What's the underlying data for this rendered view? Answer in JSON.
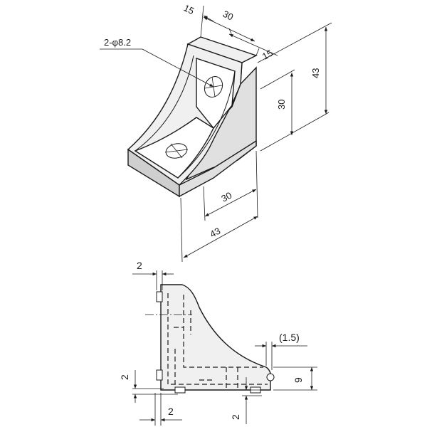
{
  "top_view": {
    "hole_label": "2-φ8.2",
    "dim_top_left": "15",
    "dim_top_mid": "30",
    "dim_top_right": "15",
    "dim_height_total": "43",
    "dim_height_inner": "30",
    "dim_width_inner": "30",
    "dim_width_total": "43"
  },
  "side_view": {
    "dim_top_thickness": "2",
    "dim_offset": "(1.5)",
    "dim_base_height": "9",
    "dim_left_upper": "2",
    "dim_left_lower": "2",
    "dim_bottom_right": "2"
  }
}
